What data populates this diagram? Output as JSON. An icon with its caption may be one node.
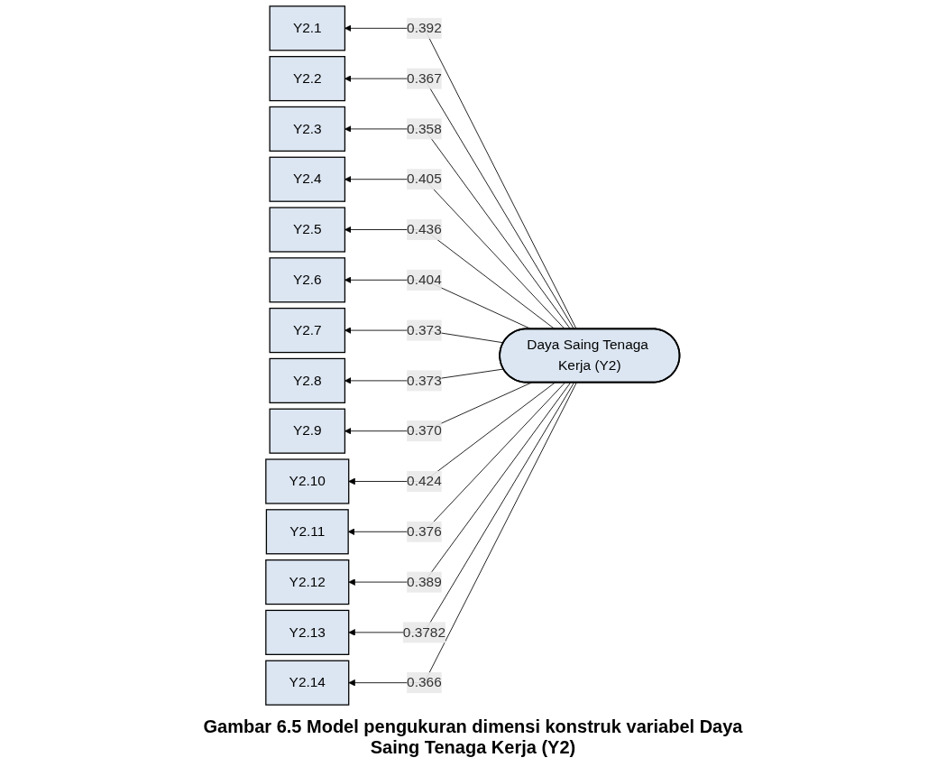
{
  "diagram": {
    "caption": "Gambar 6.5 Model pengukuran dimensi konstruk variabel Daya Saing Tenaga Kerja (Y2)",
    "nodes": [
      {
        "text": [
          "Y2.1"
        ]
      },
      {
        "text": [
          "Y2.2"
        ]
      },
      {
        "text": [
          "Y2.3"
        ]
      },
      {
        "text": [
          "Y2.4"
        ]
      },
      {
        "text": [
          "Y2.5"
        ]
      },
      {
        "text": [
          "Y2.6"
        ]
      },
      {
        "text": [
          "Y2.7"
        ]
      },
      {
        "text": [
          "Y2.8"
        ]
      },
      {
        "text": [
          "Y2.9"
        ]
      },
      {
        "text": [
          "Y2.10"
        ]
      },
      {
        "text": [
          "Y2.11"
        ]
      },
      {
        "text": [
          "Y2.12"
        ]
      },
      {
        "text": [
          "Y2.13"
        ]
      },
      {
        "text": [
          "Y2.14"
        ]
      },
      {
        "text": [
          "Daya Saing Tenaga Kerja (Y2)"
        ]
      }
    ],
    "edges": [
      {
        "from": 14,
        "to": 0,
        "arrow": "to",
        "label": "0.392"
      },
      {
        "from": 14,
        "to": 1,
        "arrow": "to",
        "label": "0.367"
      },
      {
        "from": 14,
        "to": 2,
        "arrow": "to",
        "label": "0.358"
      },
      {
        "from": 14,
        "to": 3,
        "arrow": "to",
        "label": "0.405"
      },
      {
        "from": 14,
        "to": 4,
        "arrow": "to",
        "label": "0.436"
      },
      {
        "from": 14,
        "to": 5,
        "arrow": "to",
        "label": "0.404"
      },
      {
        "from": 14,
        "to": 6,
        "arrow": "to",
        "label": "0.373"
      },
      {
        "from": 14,
        "to": 7,
        "arrow": "to",
        "label": "0.373"
      },
      {
        "from": 14,
        "to": 8,
        "arrow": "to",
        "label": "0.370"
      },
      {
        "from": 14,
        "to": 9,
        "arrow": "to",
        "label": "0.424"
      },
      {
        "from": 14,
        "to": 10,
        "arrow": "to",
        "label": "0.376"
      },
      {
        "from": 14,
        "to": 11,
        "arrow": "to",
        "label": "0.389"
      },
      {
        "from": 14,
        "to": 12,
        "arrow": "to",
        "label": "0.3782"
      },
      {
        "from": 14,
        "to": 13,
        "arrow": "to",
        "label": "0.366"
      }
    ]
  }
}
